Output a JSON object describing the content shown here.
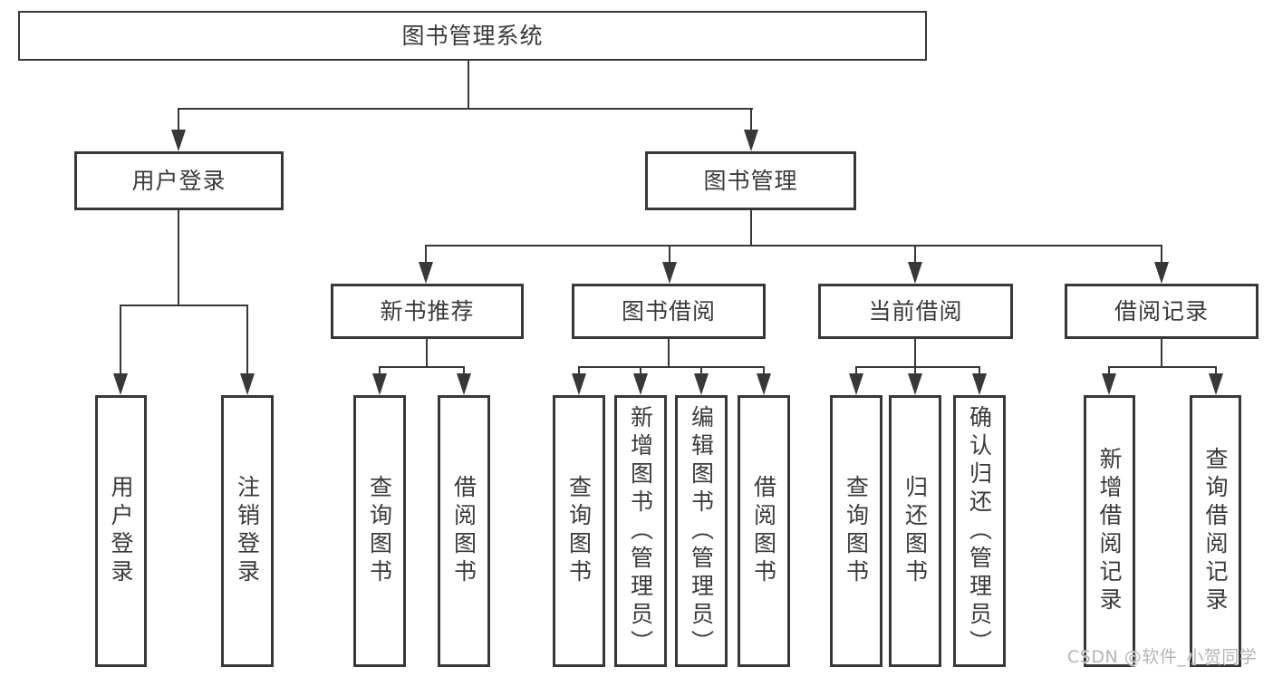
{
  "tree": {
    "label": "图书管理系统",
    "children": [
      {
        "label": "用户登录",
        "children": [
          {
            "label": "用户登录"
          },
          {
            "label": "注销登录"
          }
        ]
      },
      {
        "label": "图书管理",
        "children": [
          {
            "label": "新书推荐",
            "children": [
              {
                "label": "查询图书"
              },
              {
                "label": "借阅图书"
              }
            ]
          },
          {
            "label": "图书借阅",
            "children": [
              {
                "label": "查询图书"
              },
              {
                "label": "新增图书（管理员）"
              },
              {
                "label": "编辑图书（管理员）"
              },
              {
                "label": "借阅图书"
              }
            ]
          },
          {
            "label": "当前借阅",
            "children": [
              {
                "label": "查询图书"
              },
              {
                "label": "归还图书"
              },
              {
                "label": "确认归还（管理员）"
              }
            ]
          },
          {
            "label": "借阅记录",
            "children": [
              {
                "label": "新增借阅记录"
              },
              {
                "label": "查询借阅记录"
              }
            ]
          }
        ]
      }
    ]
  },
  "watermark": {
    "text": "CSDN @软件_小贺同学"
  },
  "colors": {
    "line": "#383838",
    "text": "#3a3a3a",
    "watermark": "#b5b5b5",
    "background": "#ffffff"
  }
}
